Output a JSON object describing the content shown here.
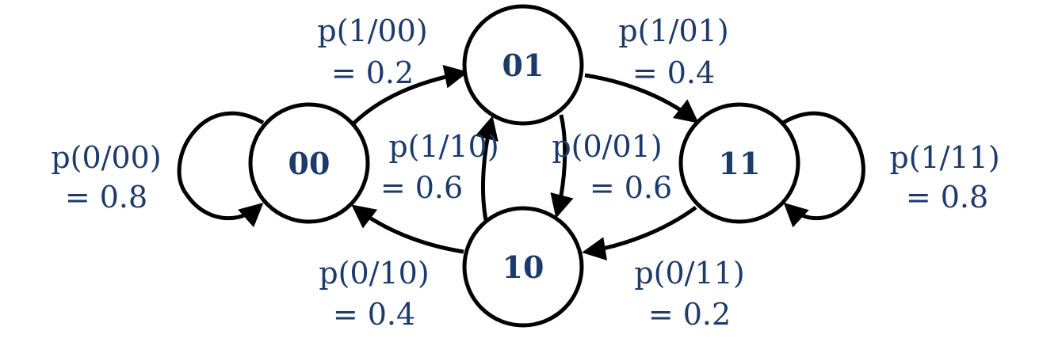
{
  "colors": {
    "text": "#1c3a6b",
    "stroke": "#000000",
    "background": "#ffffff"
  },
  "states": [
    {
      "id": "00",
      "label": "00"
    },
    {
      "id": "01",
      "label": "01"
    },
    {
      "id": "10",
      "label": "10"
    },
    {
      "id": "11",
      "label": "11"
    }
  ],
  "transitions": [
    {
      "id": "t-00-00",
      "from": "00",
      "to": "00",
      "line1": "p(0/00)",
      "line2": "= 0.8"
    },
    {
      "id": "t-00-01",
      "from": "00",
      "to": "01",
      "line1": "p(1/00)",
      "line2": "= 0.2"
    },
    {
      "id": "t-01-11",
      "from": "01",
      "to": "11",
      "line1": "p(1/01)",
      "line2": "= 0.4"
    },
    {
      "id": "t-01-10",
      "from": "01",
      "to": "10",
      "line1": "p(0/01)",
      "line2": "= 0.6"
    },
    {
      "id": "t-10-01",
      "from": "10",
      "to": "01",
      "line1": "p(1/10)",
      "line2": "= 0.6"
    },
    {
      "id": "t-10-00",
      "from": "10",
      "to": "00",
      "line1": "p(0/10)",
      "line2": "= 0.4"
    },
    {
      "id": "t-11-10",
      "from": "11",
      "to": "10",
      "line1": "p(0/11)",
      "line2": "= 0.2"
    },
    {
      "id": "t-11-11",
      "from": "11",
      "to": "11",
      "line1": "p(1/11)",
      "line2": "= 0.8"
    }
  ]
}
